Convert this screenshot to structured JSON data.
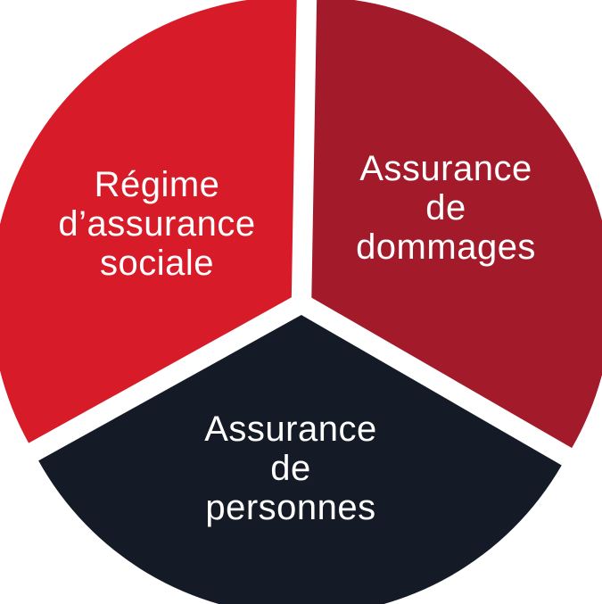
{
  "diagram": {
    "type": "segmented-pie",
    "segments": [
      {
        "id": "dommages",
        "lines": [
          "Assurance",
          "de",
          "dommages"
        ],
        "color": "#A31A2A"
      },
      {
        "id": "personnes",
        "lines": [
          "Assurance",
          "de",
          "personnes"
        ],
        "color": "#151B26"
      },
      {
        "id": "regime",
        "lines": [
          "Régime",
          "d’assurance",
          "sociale"
        ],
        "color": "#D71B28"
      }
    ]
  }
}
